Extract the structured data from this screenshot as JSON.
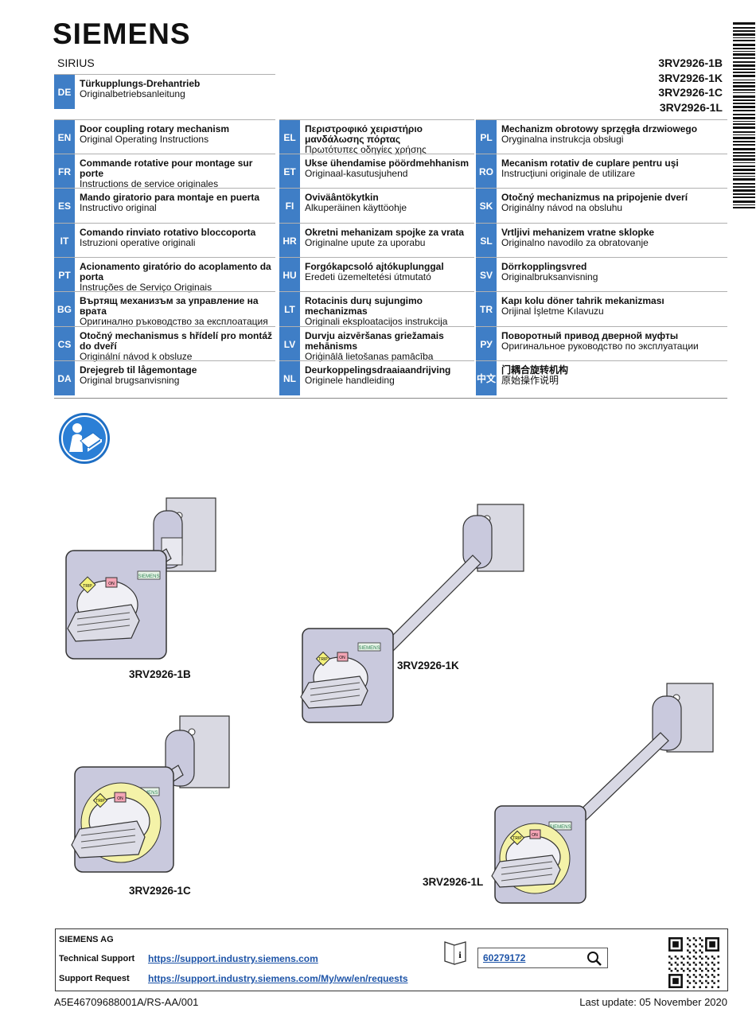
{
  "brand": "SIEMENS",
  "series": "SIRIUS",
  "models": [
    "3RV2926-1B",
    "3RV2926-1C",
    "3RV2926-1K",
    "3RV2926-1L"
  ],
  "languages": [
    {
      "code": "DE",
      "title": "Türkupplungs-Drehantrieb",
      "subtitle": "Originalbetriebsanleitung"
    },
    {
      "code": "EN",
      "title": "Door coupling rotary mechanism",
      "subtitle": "Original Operating Instructions"
    },
    {
      "code": "FR",
      "title": "Commande rotative pour montage sur porte",
      "subtitle": "Instructions de service originales"
    },
    {
      "code": "ES",
      "title": "Mando giratorio para montaje en puerta",
      "subtitle": "Instructivo original"
    },
    {
      "code": "IT",
      "title": "Comando rinviato rotativo bloccoporta",
      "subtitle": "Istruzioni operative originali"
    },
    {
      "code": "PT",
      "title": "Acionamento giratório do acoplamento da porta",
      "subtitle": "Instruções de Serviço Originais"
    },
    {
      "code": "BG",
      "title": "Въртящ механизъм за управление на врата",
      "subtitle": "Оригинално ръководство за експлоатация"
    },
    {
      "code": "CS",
      "title": "Otočný mechanismus s hřídelí pro montáž do dveří",
      "subtitle": "Originální návod k obsluze"
    },
    {
      "code": "DA",
      "title": "Drejegreb til lågemontage",
      "subtitle": "Original brugsanvisning"
    },
    {
      "code": "EL",
      "title": "Περιστροφικό χειριστήριο μανδάλωσης πόρτας",
      "subtitle": "Πρωτότυπες οδηγίες χρήσης"
    },
    {
      "code": "ET",
      "title": "Ukse ühendamise pöördmehhanism",
      "subtitle": "Originaal-kasutusjuhend"
    },
    {
      "code": "FI",
      "title": "Oviväântökytkin",
      "subtitle": "Alkuperäinen käyttöohje"
    },
    {
      "code": "HR",
      "title": "Okretni mehanizam spojke za vrata",
      "subtitle": "Originalne upute za uporabu"
    },
    {
      "code": "HU",
      "title": "Forgókapcsoló ajtókuplunggal",
      "subtitle": "Eredeti üzemeltetési útmutató"
    },
    {
      "code": "LT",
      "title": "Rotacinis durų sujungimo mechanizmas",
      "subtitle": "Originali eksploatacijos instrukcija"
    },
    {
      "code": "LV",
      "title": "Durvju aizvēršanas griežamais mehānisms",
      "subtitle": "Oriģinālā lietošanas pamācība"
    },
    {
      "code": "NL",
      "title": "Deurkoppelingsdraaiaandrijving",
      "subtitle": "Originele handleiding"
    },
    {
      "code": "PL",
      "title": "Mechanizm obrotowy sprzęgła drzwiowego",
      "subtitle": "Oryginalna instrukcja obsługi"
    },
    {
      "code": "RO",
      "title": "Mecanism rotativ de cuplare pentru uşi",
      "subtitle": "Instrucţiuni originale de utilizare"
    },
    {
      "code": "SK",
      "title": "Otočný mechanizmus na pripojenie dverí",
      "subtitle": "Originálny návod na obsluhu"
    },
    {
      "code": "SL",
      "title": "Vrtljivi mehanizem vratne sklopke",
      "subtitle": "Originalno navodilo za obratovanje"
    },
    {
      "code": "SV",
      "title": "Dörrkopplingsvred",
      "subtitle": "Originalbruksanvisning"
    },
    {
      "code": "TR",
      "title": "Kapı kolu döner tahrik mekanizması",
      "subtitle": "Orijinal İşletme Kılavuzu"
    },
    {
      "code": "РУ",
      "title": "Поворотный привод дверной муфты",
      "subtitle": "Оригинальное руководство по эксплуатации"
    },
    {
      "code": "中文",
      "title": "门耦合旋转机构",
      "subtitle": "原始操作说明"
    }
  ],
  "captions": {
    "b": "3RV2926-1B",
    "k": "3RV2926-1K",
    "c": "3RV2926-1C",
    "l": "3RV2926-1L"
  },
  "handle_labels": {
    "trip": "TRIP",
    "on": "ON",
    "badge": "SIEMENS"
  },
  "footer": {
    "company": "SIEMENS AG",
    "tech_support_label": "Technical Support",
    "tech_support_url": "https://support.industry.siemens.com",
    "support_request_label": "Support Request",
    "support_request_url": "https://support.industry.siemens.com/My/ww/en/requests",
    "search_value": "60279172"
  },
  "doc_id": "A5E46709688001A/RS-AA/001",
  "last_update": "Last update: 05 November 2020",
  "colors": {
    "accent": "#3f7ec6",
    "link": "#1f55a8",
    "handle_body": "#c9c9dd",
    "ring": "#f4f2a8"
  }
}
